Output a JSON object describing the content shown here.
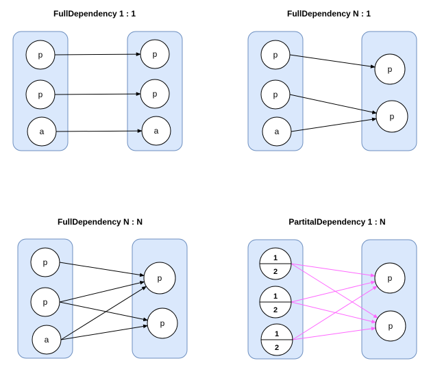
{
  "colors": {
    "panel_fill": "#dae8fc",
    "panel_stroke": "#6c8ebf",
    "arrow": "#000000",
    "partial_arrow": "#ff66ff"
  },
  "diagrams": [
    {
      "title": "FullDependency 1 :  1",
      "left_nodes": [
        {
          "label": "p"
        },
        {
          "label": "p"
        },
        {
          "label": "a"
        }
      ],
      "right_nodes": [
        {
          "label": "p"
        },
        {
          "label": "p"
        },
        {
          "label": "a"
        }
      ],
      "edges": [
        [
          0,
          0
        ],
        [
          1,
          1
        ],
        [
          2,
          2
        ]
      ],
      "edge_color": "arrow"
    },
    {
      "title": "FullDependency N :  1",
      "left_nodes": [
        {
          "label": "p"
        },
        {
          "label": "p"
        },
        {
          "label": "a"
        }
      ],
      "right_nodes": [
        {
          "label": "p"
        },
        {
          "label": "p"
        }
      ],
      "edges": [
        [
          0,
          0
        ],
        [
          1,
          1
        ],
        [
          2,
          1
        ]
      ],
      "edge_color": "arrow"
    },
    {
      "title": "FullDependency N :  N",
      "left_nodes": [
        {
          "label": "p"
        },
        {
          "label": "p"
        },
        {
          "label": "a"
        }
      ],
      "right_nodes": [
        {
          "label": "p"
        },
        {
          "label": "p"
        }
      ],
      "edges": [
        [
          0,
          0
        ],
        [
          1,
          0
        ],
        [
          1,
          1
        ],
        [
          2,
          0
        ],
        [
          2,
          1
        ]
      ],
      "edge_color": "arrow"
    },
    {
      "title": "PartitalDependency 1 :  N",
      "left_nodes": [
        {
          "num": "1",
          "den": "2"
        },
        {
          "num": "1",
          "den": "2"
        },
        {
          "num": "1",
          "den": "2"
        }
      ],
      "right_nodes": [
        {
          "label": "p"
        },
        {
          "label": "p"
        }
      ],
      "edges": [
        [
          0,
          0
        ],
        [
          0,
          1
        ],
        [
          1,
          0
        ],
        [
          1,
          1
        ],
        [
          2,
          0
        ],
        [
          2,
          1
        ]
      ],
      "edge_color": "partial_arrow"
    }
  ]
}
